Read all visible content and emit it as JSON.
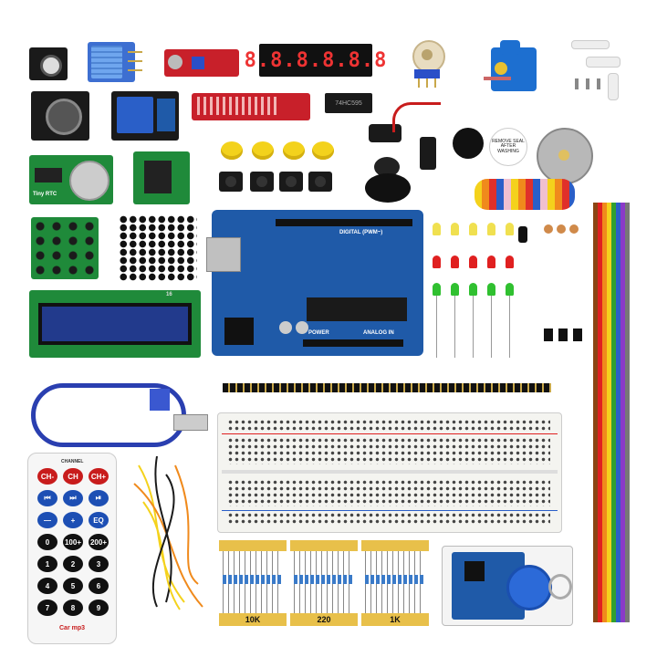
{
  "image": {
    "description_hidden": true
  },
  "modules": {
    "lcd_label": "16",
    "seven_seg_display": "8.8.8.8.8.8",
    "shift_register_chip": "74HC595",
    "power_pin_label": "POWER",
    "analog_label": "ANALOG IN",
    "digital_label": "DIGITAL (PWM~)",
    "rtc_label": "Tiny RTC",
    "buzzer_sticker": "REMOVE SEAL AFTER WASHING"
  },
  "remote": {
    "channel_label": "CHANNEL",
    "buttons_row1": [
      "CH-",
      "CH",
      "CH+"
    ],
    "buttons_row2": [
      "⏮",
      "⏭",
      "⏯"
    ],
    "buttons_row3": [
      "—",
      "+",
      "EQ"
    ],
    "buttons_row4": [
      "0",
      "100+",
      "200+"
    ],
    "buttons_row5": [
      "1",
      "2",
      "3"
    ],
    "buttons_row6": [
      "4",
      "5",
      "6"
    ],
    "buttons_row7": [
      "7",
      "8",
      "9"
    ],
    "brand": "Car mp3"
  },
  "resistors": {
    "labels": [
      "10K",
      "220",
      "1K"
    ]
  },
  "colors": {
    "pcb_blue": "#1f5aa8",
    "pcb_green": "#1f8a3a",
    "pcb_red": "#c8202a",
    "pcb_black": "#1a1a1a",
    "cap_yellow": "#f3d21c",
    "servo_blue": "#1d6fd0",
    "cable_blue": "#2a3fb0",
    "resistor_tape": "#e8c04a"
  }
}
